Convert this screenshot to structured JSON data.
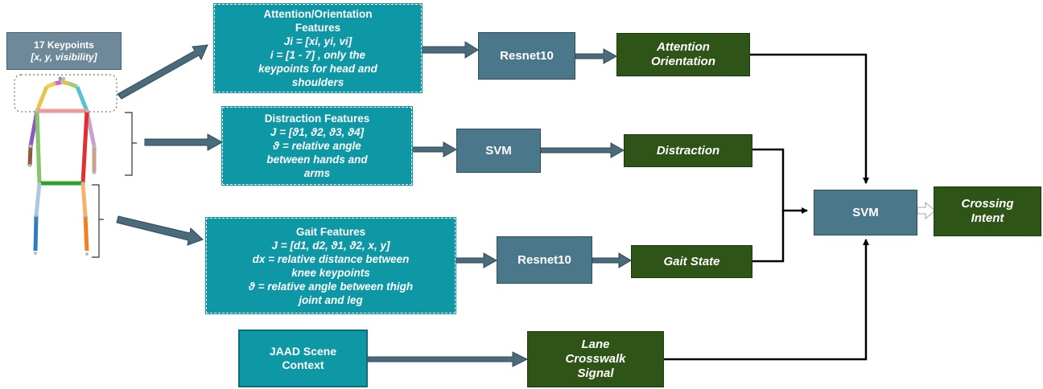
{
  "keypoints": {
    "title": "17 Keypoints",
    "subtitle": "[x, y, visibility]"
  },
  "attention_features": {
    "lines": [
      "Attention/Orientation",
      "Features",
      "Ji = [xi, yi, vi]",
      "i = [1 - 7] , only the",
      "keypoints for head and",
      "shoulders"
    ]
  },
  "distraction_features": {
    "lines": [
      "Distraction Features",
      "J = [ϑ1, ϑ2, ϑ3, ϑ4]",
      "ϑ = relative angle",
      "between hands and",
      "arms"
    ]
  },
  "gait_features": {
    "lines": [
      "Gait Features",
      "J = [d1, d2, ϑ1, ϑ2, x, y]",
      "dx = relative distance between",
      "knee keypoints",
      "ϑ = relative angle between thigh",
      "joint and leg"
    ]
  },
  "jaad": {
    "lines": [
      "JAAD Scene",
      "Context"
    ]
  },
  "models": {
    "resnet_top": "Resnet10",
    "svm_mid": "SVM",
    "resnet_gait": "Resnet10",
    "svm_final": "SVM"
  },
  "outputs": {
    "attention": [
      "Attention",
      "Orientation"
    ],
    "distraction": "Distraction",
    "gait": "Gait State",
    "lane": [
      "Lane",
      "Crosswalk",
      "Signal"
    ],
    "crossing": [
      "Crossing",
      "Intent"
    ]
  },
  "colors": {
    "teal": "#0e97a5",
    "slate": "#4a778a",
    "dark_green": "#2e5417",
    "arrow": "#4a6b7c"
  }
}
